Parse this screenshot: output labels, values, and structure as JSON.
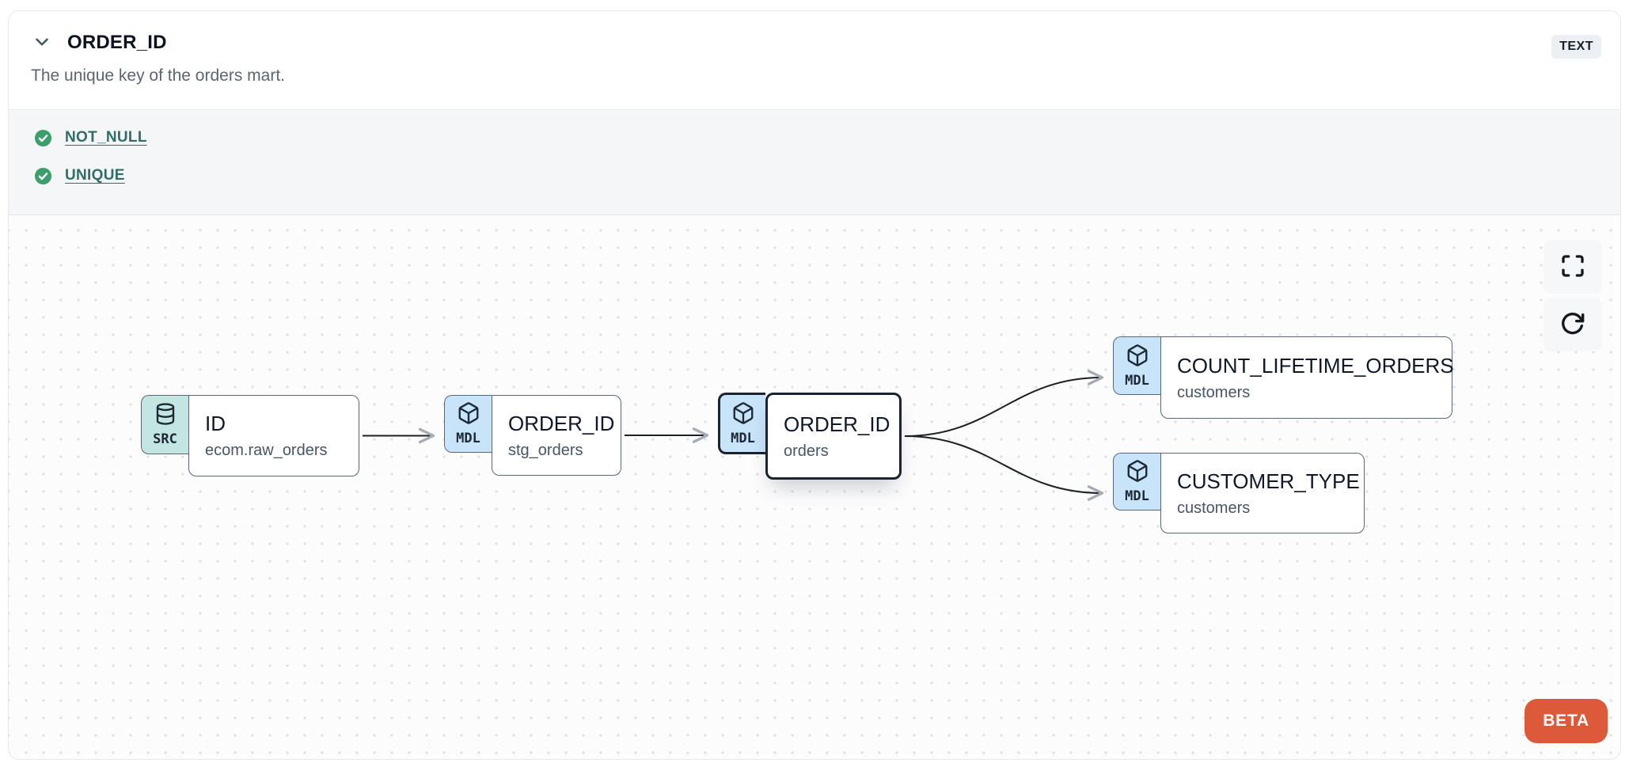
{
  "header": {
    "title": "ORDER_ID",
    "type_badge": "TEXT",
    "description": "The unique key of the orders mart."
  },
  "tests": [
    {
      "label": "NOT_NULL",
      "status": "pass"
    },
    {
      "label": "UNIQUE",
      "status": "pass"
    }
  ],
  "lineage": {
    "nodes": [
      {
        "id": "src",
        "badge": "SRC",
        "icon": "database-icon",
        "title": "ID",
        "subtitle": "ecom.raw_orders",
        "selected": false
      },
      {
        "id": "stg",
        "badge": "MDL",
        "icon": "cube-icon",
        "title": "ORDER_ID",
        "subtitle": "stg_orders",
        "selected": false
      },
      {
        "id": "ord",
        "badge": "MDL",
        "icon": "cube-icon",
        "title": "ORDER_ID",
        "subtitle": "orders",
        "selected": true
      },
      {
        "id": "cnt",
        "badge": "MDL",
        "icon": "cube-icon",
        "title": "COUNT_LIFETIME_ORDERS",
        "subtitle": "customers",
        "selected": false
      },
      {
        "id": "cst",
        "badge": "MDL",
        "icon": "cube-icon",
        "title": "CUSTOMER_TYPE",
        "subtitle": "customers",
        "selected": false
      }
    ],
    "edges": [
      {
        "from": "src",
        "to": "stg"
      },
      {
        "from": "stg",
        "to": "ord"
      },
      {
        "from": "ord",
        "to": "cnt"
      },
      {
        "from": "ord",
        "to": "cst"
      }
    ],
    "beta_label": "BETA"
  },
  "colors": {
    "accent_orange": "#dc5a3a",
    "test_pass_green": "#3b9e6b",
    "test_link_teal": "#2d6f68",
    "src_tab_teal": "#c3e6e2",
    "mdl_tab_blue": "#c8e4f9",
    "selected_border": "#1b2330",
    "edge_line": "#1c1f24",
    "edge_arrow": "#a6abb4"
  }
}
